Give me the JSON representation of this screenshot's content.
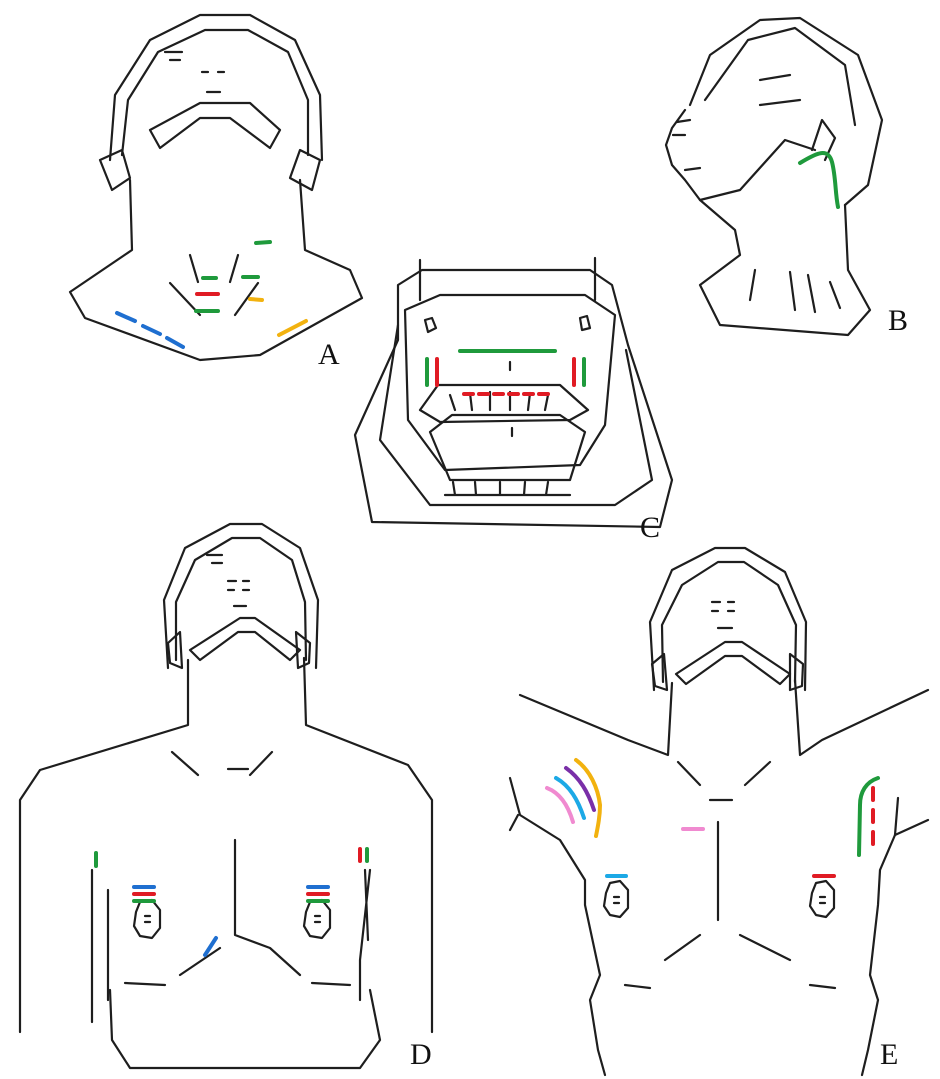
{
  "panels": {
    "a": {
      "label": "A"
    },
    "b": {
      "label": "B"
    },
    "c": {
      "label": "C"
    },
    "d": {
      "label": "D"
    },
    "e": {
      "label": "E"
    }
  },
  "colors": {
    "outline": "#1e1e1e",
    "green": "#1f9a3c",
    "red": "#e01b24",
    "blue": "#1f6fd0",
    "orange": "#f2b20f",
    "cyan": "#1ca9e6",
    "purple": "#7a2fa8",
    "pink": "#f08ad0"
  }
}
